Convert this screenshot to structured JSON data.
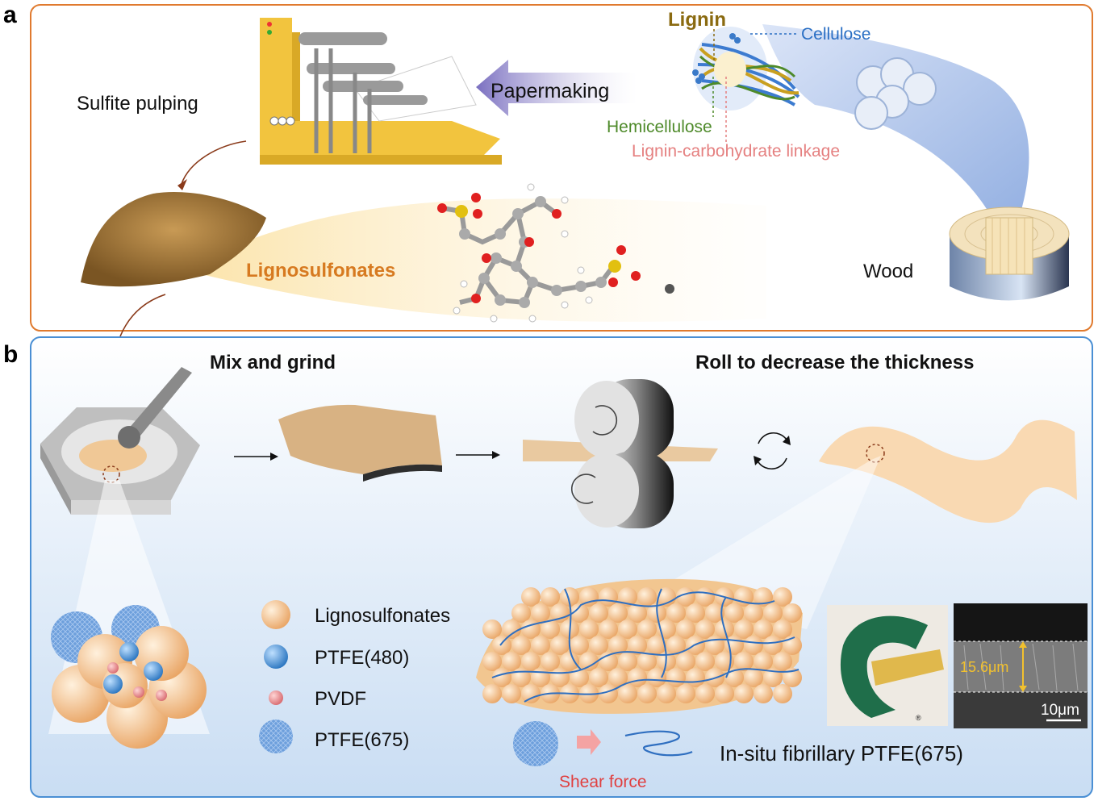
{
  "panel_a": {
    "letter": "a",
    "labels": {
      "sulfite_pulping": "Sulfite pulping",
      "papermaking": "Papermaking",
      "lignin": "Lignin",
      "cellulose": "Cellulose",
      "hemicellulose": "Hemicellulose",
      "lcc": "Lignin-carbohydrate linkage",
      "lignosulfonates": "Lignosulfonates",
      "wood": "Wood"
    }
  },
  "panel_b": {
    "letter": "b",
    "labels": {
      "mix_grind": "Mix and grind",
      "roll": "Roll to decrease the thickness",
      "shear_force": "Shear force",
      "in_situ": "In-situ fibrillary PTFE(675)",
      "thickness": "15.6μm",
      "scale": "10μm",
      "logo_mark": "®"
    },
    "legend": [
      {
        "label": "Lignosulfonates",
        "color": "#f5c48f"
      },
      {
        "label": "PTFE(480)",
        "color": "#3f8fd0"
      },
      {
        "label": "PVDF",
        "color": "#e78a8e"
      },
      {
        "label": "PTFE(675)",
        "color": "#7fb0e6"
      }
    ]
  },
  "colors": {
    "panel_a_border": "#e07a2e",
    "panel_b_border": "#4a8fd4",
    "lignin": "#8a6a10",
    "cellulose": "#2a6fc4",
    "hemicellulose": "#4e8a2a",
    "lcc": "#e58080",
    "lignosulfonates_text": "#d77a20",
    "shear": "#e04040"
  }
}
